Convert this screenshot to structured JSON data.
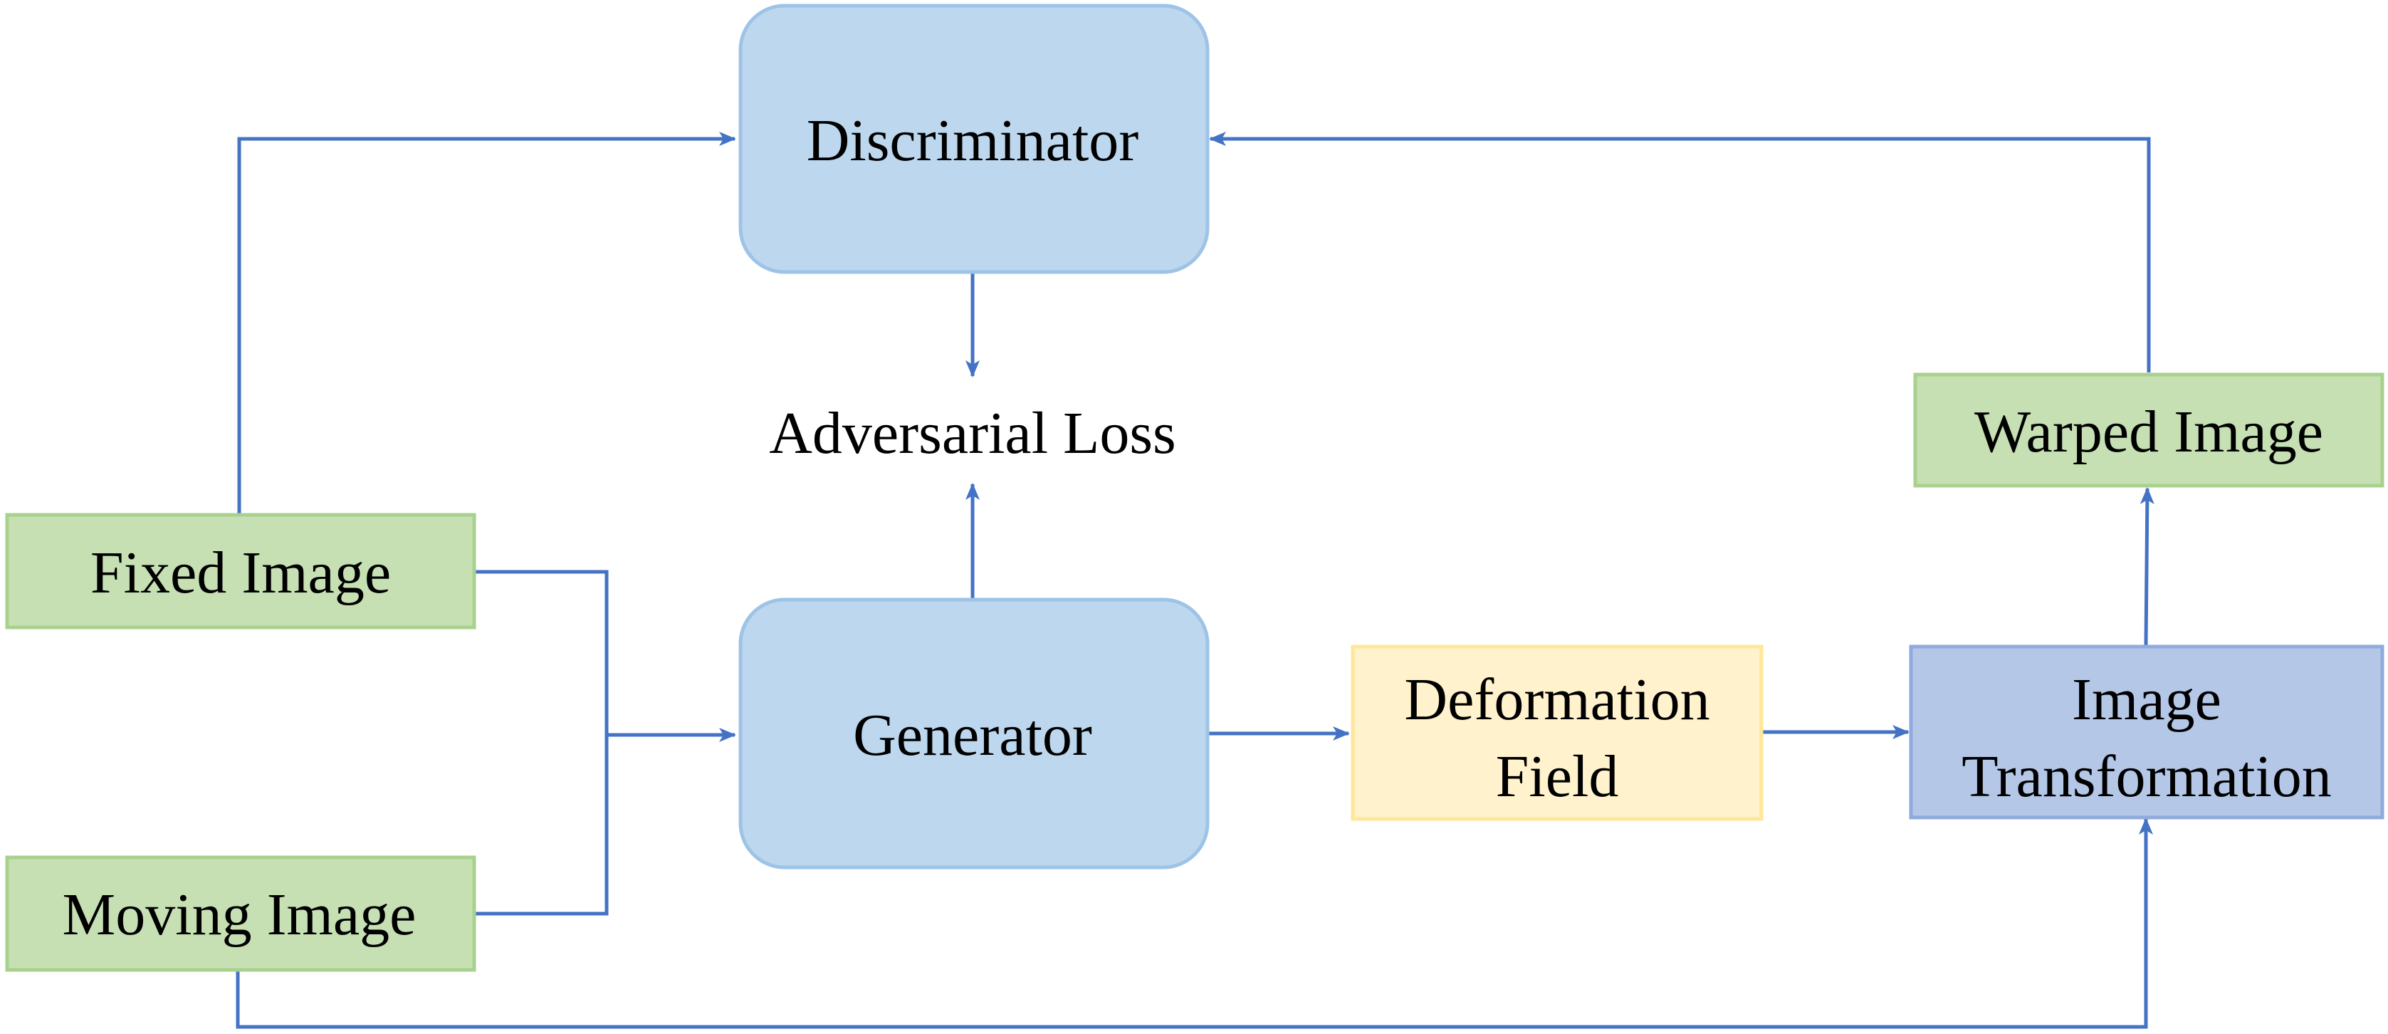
{
  "colors": {
    "edge": "#4472c4",
    "input_fill": "#c6e0b4",
    "input_stroke": "#a9d18e",
    "network_fill": "#bdd7ee",
    "network_stroke": "#9dc3e6",
    "field_fill": "#fff2cc",
    "field_stroke": "#ffe699",
    "transform_fill": "#b4c7e7",
    "transform_stroke": "#8faadc"
  },
  "nodes": {
    "discriminator": {
      "label": "Discriminator"
    },
    "generator": {
      "label": "Generator"
    },
    "fixed_image": {
      "label": "Fixed Image"
    },
    "moving_image": {
      "label": "Moving Image"
    },
    "deformation_field": {
      "lines": [
        "Deformation",
        "Field"
      ]
    },
    "image_transformation": {
      "lines": [
        "Image",
        "Transformation"
      ]
    },
    "warped_image": {
      "label": "Warped Image"
    }
  },
  "labels": {
    "adversarial_loss": "Adversarial Loss"
  }
}
